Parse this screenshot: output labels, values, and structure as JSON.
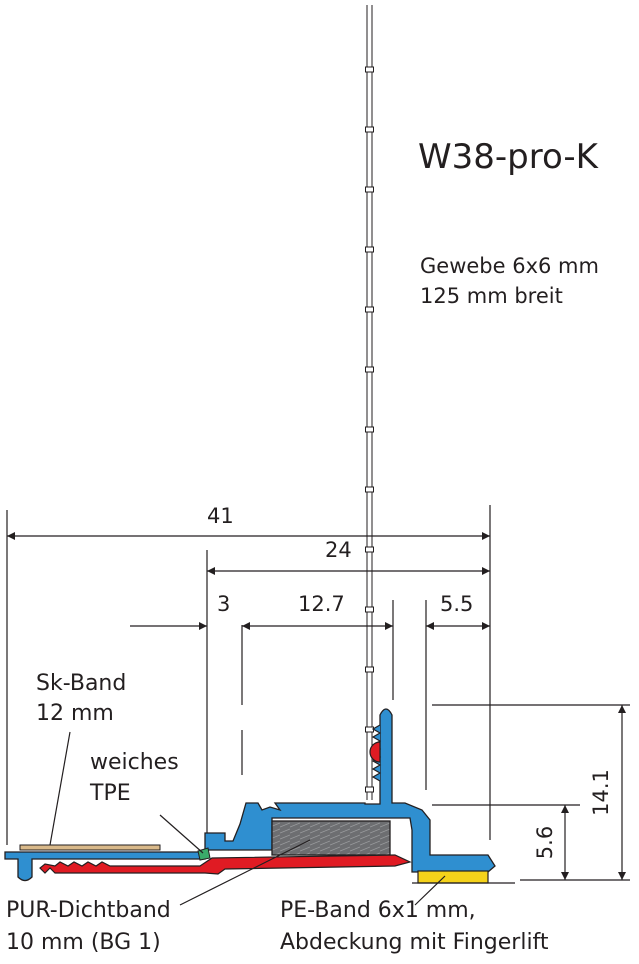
{
  "title": "W38-pro-K",
  "fabric": {
    "line1": "Gewebe 6x6 mm",
    "line2": "125 mm breit"
  },
  "dimensions": {
    "overall": "41",
    "inner": "24",
    "left_gap": "3",
    "middle": "12.7",
    "right_gap": "5.5",
    "height_total": "14.1",
    "height_lower": "5.6"
  },
  "labels": {
    "sk_band": {
      "line1": "Sk-Band",
      "line2": "12 mm"
    },
    "tpe": {
      "line1": "weiches",
      "line2": "TPE"
    },
    "pur": {
      "line1": "PUR-Dichtband",
      "line2": "10 mm (BG 1)"
    },
    "pe": {
      "line1": "PE-Band 6x1 mm,",
      "line2": "Abdeckung mit Fingerlift"
    }
  },
  "colors": {
    "profile_blue": "#2f8fd0",
    "seal_red": "#e01b23",
    "pe_yellow": "#f5d21a",
    "foam_gray": "#6d6e71",
    "tan_band": "#d9b98a",
    "tpe_green": "#3aaa6a"
  }
}
